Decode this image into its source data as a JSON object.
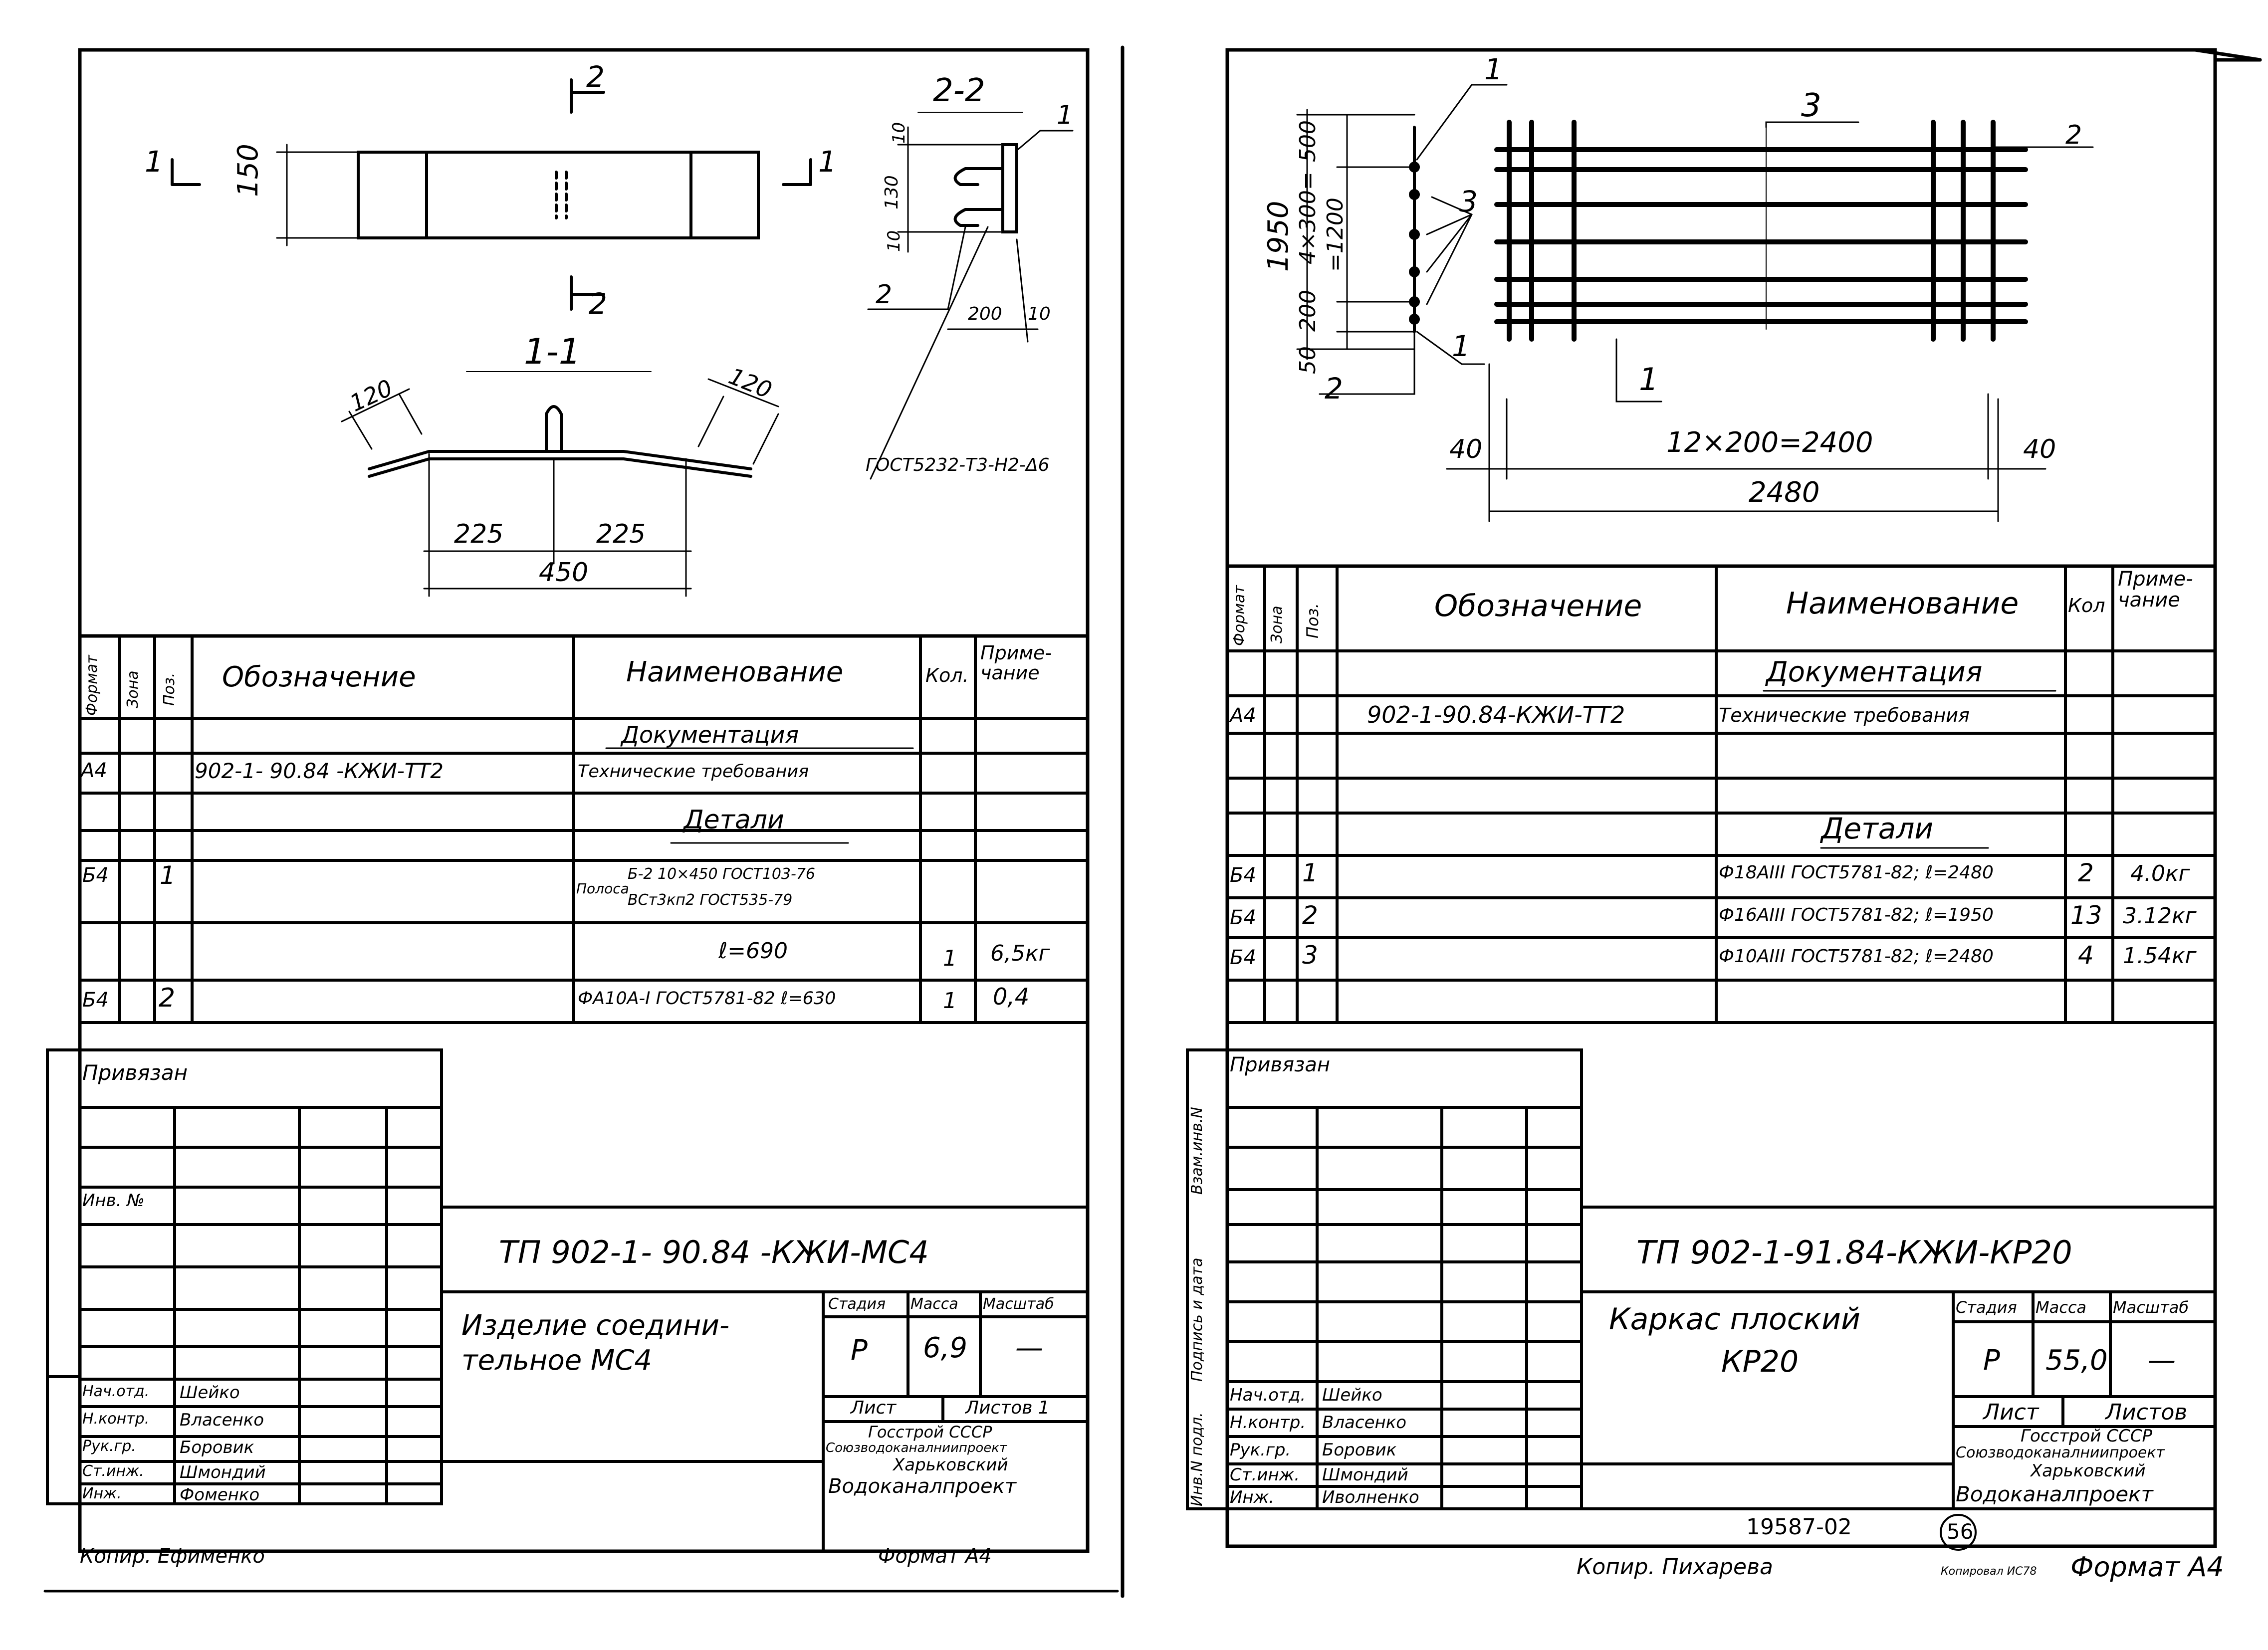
{
  "left_sheet": {
    "drawing": {
      "section_2_marker": "2",
      "section_1_marker": "1",
      "section_2_title": "2-2",
      "section_1_title": "1-1",
      "dim_150": "150",
      "dim_120_left": "120",
      "dim_120_right": "120",
      "dim_225_left": "225",
      "dim_225_right": "225",
      "dim_450": "450",
      "dim_10_top": "10",
      "dim_130": "130",
      "dim_10_bottom": "10",
      "dim_200": "200",
      "dim_10_right": "10",
      "pos1_callout": "1",
      "pos2_callout": "2",
      "weld_note": "ГОСТ5232-Т3-Н2-Δ6"
    },
    "spec": {
      "headers": {
        "format": "Формат",
        "zone": "Зона",
        "pos": "Поз.",
        "designation": "Обозначение",
        "name": "Наименование",
        "qty": "Кол.",
        "note": "Приме-\nчание"
      },
      "section_docs": "Документация",
      "doc_format": "А4",
      "doc_designation": "902-1- 90.84 -КЖИ-ТТ2",
      "doc_name": "Технические требования",
      "section_parts": "Детали",
      "row1_format": "Б4",
      "row1_pos": "1",
      "row1_name_a": "Полоса",
      "row1_name_b": "Б-2 10×450 ГОСТ103-76",
      "row1_name_c": "ВСт3кп2 ГОСТ535-79",
      "row1_len": "ℓ=690",
      "row1_qty": "1",
      "row1_note": "6,5кг",
      "row2_format": "Б4",
      "row2_pos": "2",
      "row2_name": "ФА10А-I ГОСТ5781-82 ℓ=630",
      "row2_qty": "1",
      "row2_note": "0,4"
    },
    "title_block": {
      "privyazan": "Привязан",
      "inv_no": "Инв. №",
      "code": "ТП 902-1- 90.84 -КЖИ-МС4",
      "product_name_1": "Изделие соедини-",
      "product_name_2": "тельное МС4",
      "stage_label": "Стадия",
      "mass_label": "Масса",
      "scale_label": "Масштаб",
      "stage": "Р",
      "mass": "6,9",
      "scale": "—",
      "sheet_label": "Лист",
      "sheets_label": "Листов 1",
      "org1": "Госстрой СССР",
      "org2": "Союзводоканалниипроект",
      "org3": "Харьковский",
      "org4": "Водоканалпроект",
      "roles": [
        "Нач.отд.",
        "Н.контр.",
        "Рук.гр.",
        "Ст.инж.",
        "Инж."
      ],
      "names": [
        "Шейко",
        "Власенко",
        "Боровик",
        "Шмондий",
        "Фоменко"
      ]
    },
    "copier": "Копир. Ефименко",
    "format": "Формат А4"
  },
  "right_sheet": {
    "drawing": {
      "dim_1950": "1950",
      "dim_500": "500",
      "dim_4x300": "4×300=",
      "dim_1200": "=1200",
      "dim_200": "200",
      "dim_50": "50",
      "callout_1_top": "1",
      "callout_3_left": "3",
      "callout_2_left": "2",
      "callout_1_left": "1",
      "callout_3_top": "3",
      "callout_2_right": "2",
      "callout_1_bottom": "1",
      "dim_40_left": "40",
      "dim_12x200": "12×200=2400",
      "dim_40_right": "40",
      "dim_2480": "2480"
    },
    "spec": {
      "headers": {
        "format": "Формат",
        "zone": "Зона",
        "pos": "Поз.",
        "designation": "Обозначение",
        "name": "Наименование",
        "qty": "Кол",
        "note": "Приме-\nчание"
      },
      "section_docs": "Документация",
      "doc_format": "А4",
      "doc_designation": "902-1-90.84-КЖИ-ТТ2",
      "doc_name": "Технические требования",
      "section_parts": "Детали",
      "rows": [
        {
          "format": "Б4",
          "pos": "1",
          "name": "Ф18АIII ГОСТ5781-82; ℓ=2480",
          "qty": "2",
          "note": "4.0кг"
        },
        {
          "format": "Б4",
          "pos": "2",
          "name": "Ф16АIII ГОСТ5781-82; ℓ=1950",
          "qty": "13",
          "note": "3.12кг"
        },
        {
          "format": "Б4",
          "pos": "3",
          "name": "Ф10АIII ГОСТ5781-82; ℓ=2480",
          "qty": "4",
          "note": "1.54кг"
        }
      ]
    },
    "title_block": {
      "privyazan": "Привязан",
      "side_labels": [
        "Инв.N подл.",
        "Подпись и дата",
        "Взам.инв.N"
      ],
      "code": "ТП 902-1-91.84-КЖИ-КР20",
      "product_name_1": "Каркас плоский",
      "product_name_2": "КР20",
      "stage_label": "Стадия",
      "mass_label": "Масса",
      "scale_label": "Масштаб",
      "stage": "Р",
      "mass": "55,0",
      "scale": "—",
      "sheet_label": "Лист",
      "sheets_label": "Листов",
      "org1": "Госстрой СССР",
      "org2": "Союзводоканалниипроект",
      "org3": "Харьковский",
      "org4": "Водоканалпроект",
      "roles": [
        "Нач.отд.",
        "Н.контр.",
        "Рук.гр.",
        "Ст.инж.",
        "Инж."
      ],
      "names": [
        "Шейко",
        "Власенко",
        "Боровик",
        "Шмондий",
        "Иволненко"
      ]
    },
    "archive_no": "19587-02",
    "page_no": "56",
    "copier": "Копир. Пихарева",
    "format_small": "Копировал ИС78",
    "format": "Формат А4"
  }
}
